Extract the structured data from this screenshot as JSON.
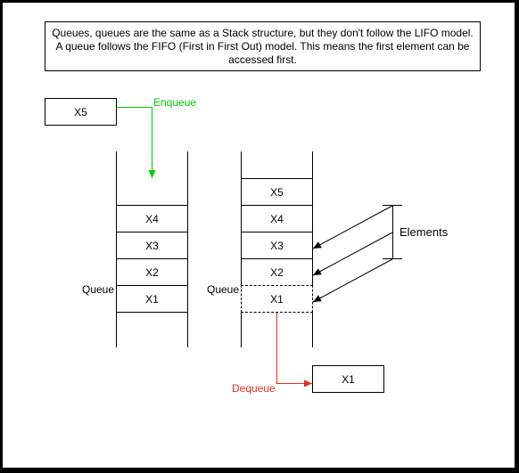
{
  "description": "Queues, queues are the same as a Stack structure, but they don't follow the LIFO model. A queue follows the FIFO (First in First Out) model. This means the first element can be accessed first.",
  "enqueue": {
    "item": "X5",
    "label": "Enqueue",
    "color": "#00cc00"
  },
  "dequeue": {
    "item": "X1",
    "label": "Dequeue",
    "color": "#e0301e"
  },
  "left_queue": {
    "label": "Queue",
    "cells": [
      "X4",
      "X3",
      "X2",
      "X1"
    ]
  },
  "right_queue": {
    "label": "Queue",
    "cells": [
      "X5",
      "X4",
      "X3",
      "X2",
      "X1"
    ]
  },
  "elements_label": "Elements"
}
